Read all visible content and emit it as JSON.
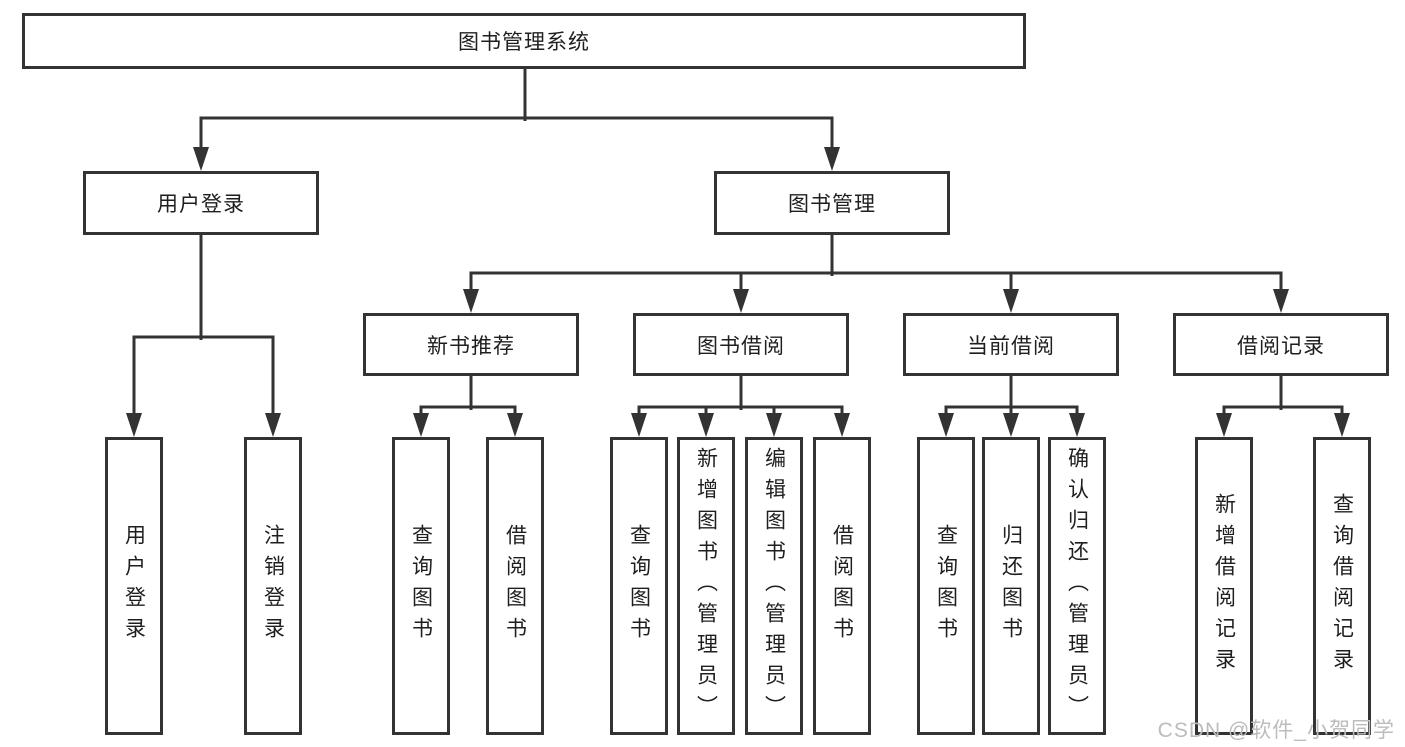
{
  "diagram": {
    "root": {
      "label": "图书管理系统"
    },
    "branches": [
      {
        "label": "用户登录",
        "children": [
          {
            "label": "用户登录"
          },
          {
            "label": "注销登录"
          }
        ]
      },
      {
        "label": "图书管理",
        "groups": [
          {
            "label": "新书推荐",
            "children": [
              {
                "label": "查询图书"
              },
              {
                "label": "借阅图书"
              }
            ]
          },
          {
            "label": "图书借阅",
            "children": [
              {
                "label": "查询图书"
              },
              {
                "label": "新增图书（管理员）"
              },
              {
                "label": "编辑图书（管理员）"
              },
              {
                "label": "借阅图书"
              }
            ]
          },
          {
            "label": "当前借阅",
            "children": [
              {
                "label": "查询图书"
              },
              {
                "label": "归还图书"
              },
              {
                "label": "确认归还（管理员）"
              }
            ]
          },
          {
            "label": "借阅记录",
            "children": [
              {
                "label": "新增借阅记录"
              },
              {
                "label": "查询借阅记录"
              }
            ]
          }
        ]
      }
    ]
  },
  "watermark": {
    "text": "CSDN @软件_小贺同学"
  },
  "colors": {
    "line": "#333333",
    "box_border": "#333333",
    "text": "#1f1f1f",
    "watermark": "#bcbcbc",
    "background": "#ffffff"
  }
}
